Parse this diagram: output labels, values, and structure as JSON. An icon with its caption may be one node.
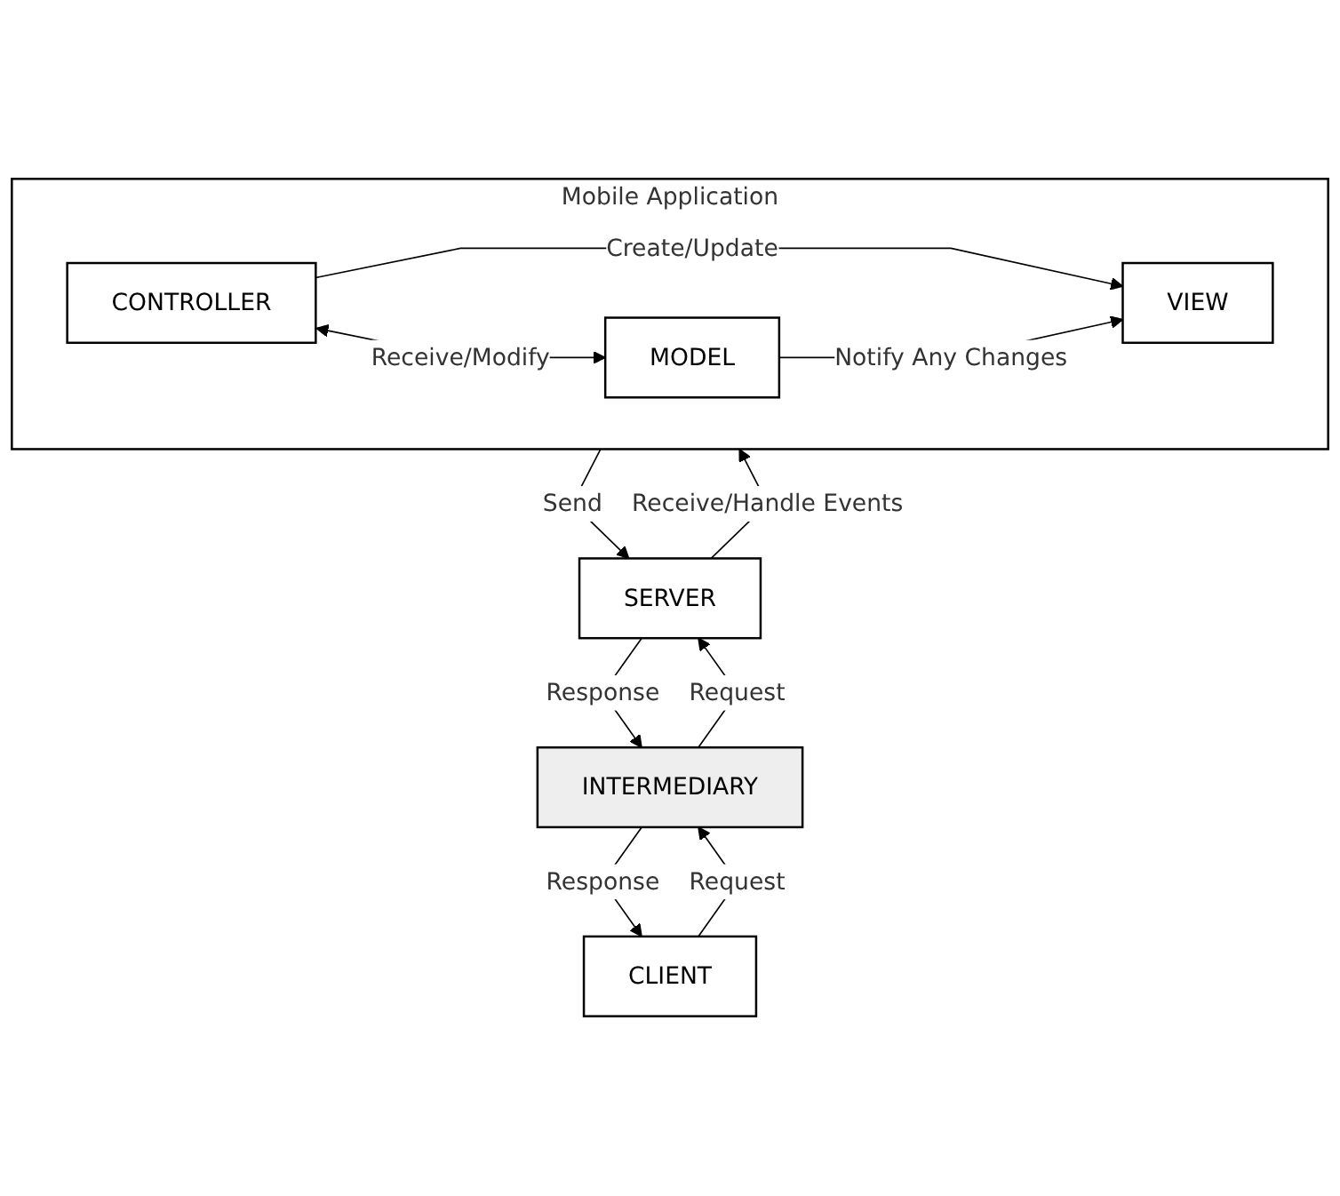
{
  "diagram": {
    "nodes": [
      {
        "text": [
          "CLIENT"
        ]
      },
      {
        "text": [
          "INTERMEDIARY"
        ]
      },
      {
        "text": [
          "SERVER"
        ]
      },
      {
        "text": [
          "Mobile Application"
        ]
      },
      {
        "text": [
          "VIEW"
        ],
        "in": 3
      },
      {
        "text": [
          "CONTROLLER"
        ],
        "in": 3
      },
      {
        "text": [
          "MODEL"
        ],
        "in": 3
      }
    ],
    "edges": [
      {
        "from": 1,
        "to": 0,
        "arrow": "to",
        "label": "Response"
      },
      {
        "from": 0,
        "to": 1,
        "arrow": "to",
        "label": "Request"
      },
      {
        "from": 1,
        "to": 2,
        "arrow": "to",
        "label": "Request"
      },
      {
        "from": 2,
        "to": 1,
        "arrow": "to",
        "label": "Response"
      },
      {
        "from": 3,
        "to": 2,
        "arrow": "to",
        "label": "Send"
      },
      {
        "from": 2,
        "to": 3,
        "arrow": "to",
        "label": "Receive/Handle Events"
      },
      {
        "from": 5,
        "to": 4,
        "arrow": "to",
        "label": "Create/Update"
      },
      {
        "from": 5,
        "to": 6,
        "arrow": "both",
        "label": "Receive/Modify"
      },
      {
        "from": 6,
        "to": 4,
        "arrow": "to",
        "label": "Notify Any Changes"
      }
    ]
  }
}
